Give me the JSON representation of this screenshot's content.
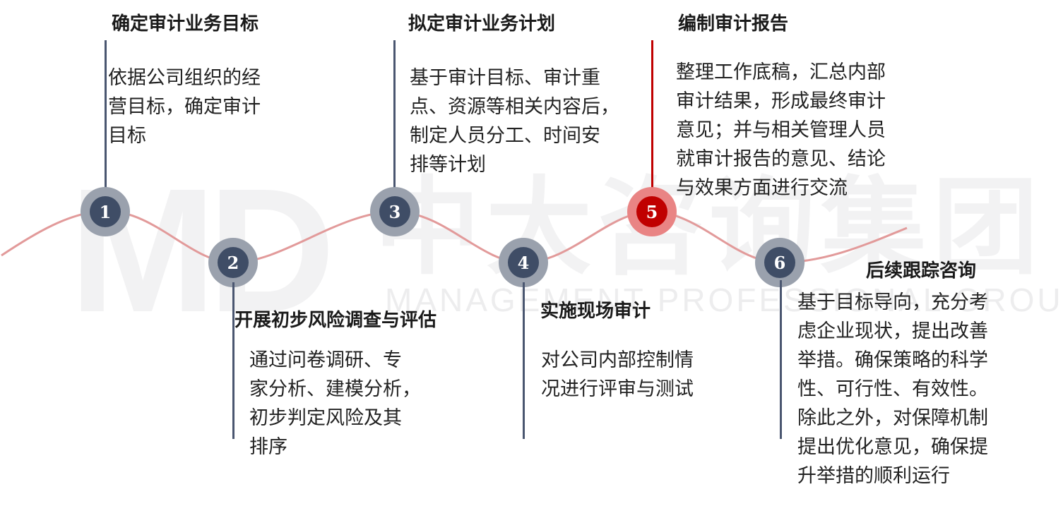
{
  "watermark": {
    "logo": "MD",
    "cn": "中大咨询集团",
    "en": "MANAGEMENT PROFESSIONAL GROUP"
  },
  "colors": {
    "wave": "#e29a9a",
    "node_outer": "#9aa1ad",
    "node_inner": "#3f4d66",
    "stem": "#4a5670",
    "highlight_outer": "#e98484",
    "highlight_inner": "#c00000"
  },
  "steps": [
    {
      "number": "1",
      "title": "确定审计业务目标",
      "lines": [
        "依据公司组织的经",
        "营目标，确定审计",
        "目标"
      ],
      "highlight": false
    },
    {
      "number": "2",
      "title": "开展初步风险调查与评估",
      "lines": [
        "通过问卷调研、专",
        "家分析、建模分析，",
        "初步判定风险及其",
        "排序"
      ],
      "highlight": false
    },
    {
      "number": "3",
      "title": "拟定审计业务计划",
      "lines": [
        "基于审计目标、审计重",
        "点、资源等相关内容后，",
        "制定人员分工、时间安",
        "排等计划"
      ],
      "highlight": false
    },
    {
      "number": "4",
      "title": "实施现场审计",
      "lines": [
        "对公司内部控制情",
        "况进行评审与测试"
      ],
      "highlight": false
    },
    {
      "number": "5",
      "title": "编制审计报告",
      "lines": [
        "整理工作底稿，汇总内部",
        "审计结果，形成最终审计",
        "意见；并与相关管理人员",
        "就审计报告的意见、结论",
        "与效果方面进行交流"
      ],
      "highlight": true
    },
    {
      "number": "6",
      "title": "后续跟踪咨询",
      "lines": [
        "基于目标导向，充分考",
        "虑企业现状，提出改善",
        "举措。确保策略的科学",
        "性、可行性、有效性。",
        "除此之外，对保障机制",
        "提出优化意见，确保提",
        "升举措的顺利运行"
      ],
      "highlight": false
    }
  ]
}
